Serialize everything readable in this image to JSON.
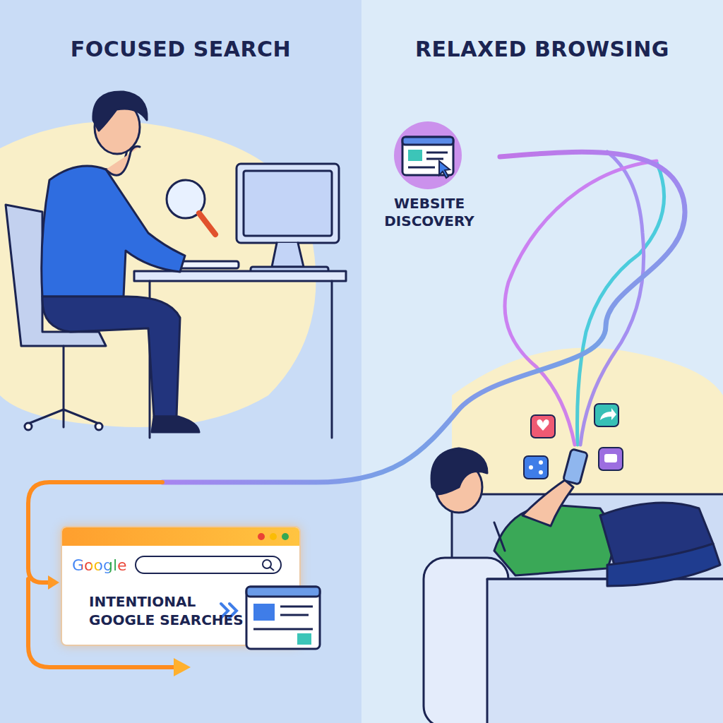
{
  "diagram": {
    "nodes": [
      {
        "text": [
          "FOCUSED SEARCH"
        ]
      },
      {
        "text": [
          "RELAXED BROWSING"
        ]
      },
      {
        "text": [
          "WEBSITE DISCOVERY"
        ],
        "in": 1
      },
      {
        "text": [
          "Google",
          "INTENTIONAL GOOGLE SEARCHES"
        ],
        "in": 0
      }
    ],
    "edges": [
      {
        "from": 2,
        "to": 3,
        "arrow": "to"
      }
    ]
  }
}
